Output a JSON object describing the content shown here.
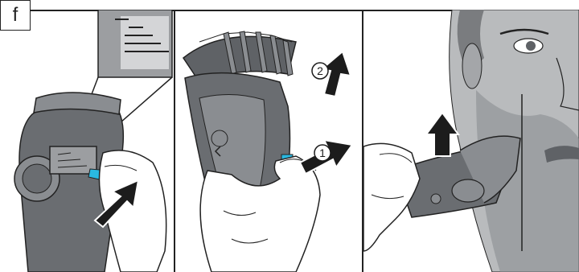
{
  "figure": {
    "label": "f",
    "step_1": "1",
    "step_2": "2"
  },
  "colors": {
    "shaver_dark": "#5f6266",
    "shaver_mid": "#8a8d91",
    "shaver_light": "#b5b7ba",
    "skin": "#ffffff",
    "accent_blue": "#2ab8e0",
    "beard_face": "#b9bbbd",
    "arrow": "#1c1c1c"
  },
  "icons": [
    "push-arrow-icon",
    "up-arrow-icon",
    "release-button-icon"
  ]
}
